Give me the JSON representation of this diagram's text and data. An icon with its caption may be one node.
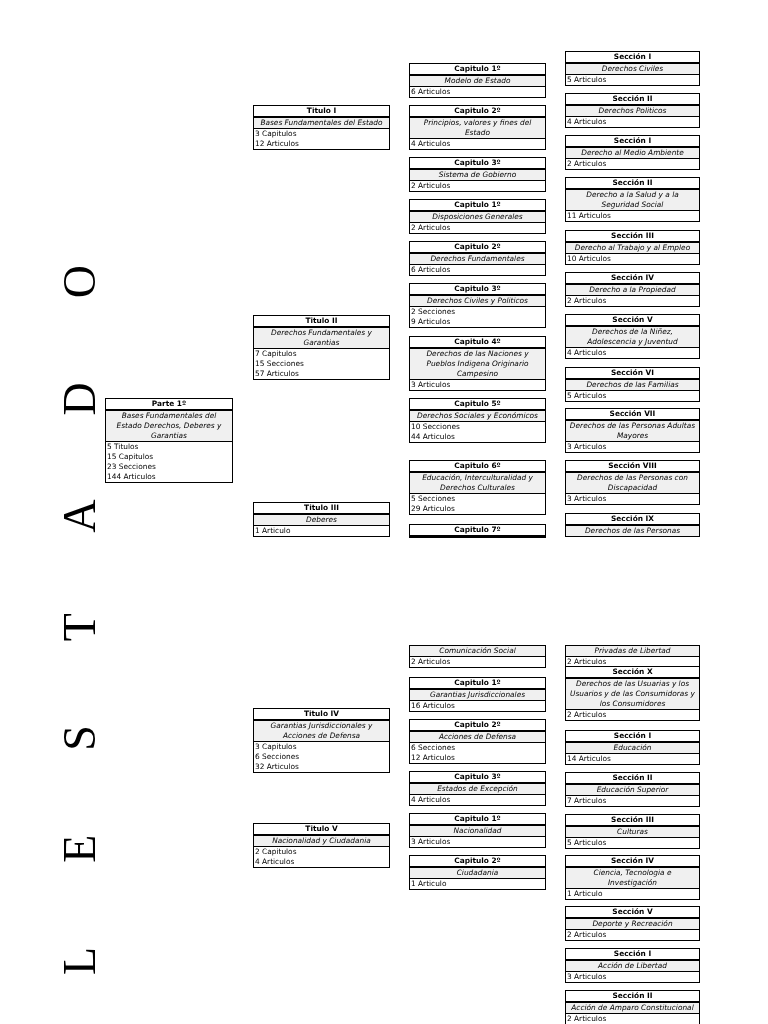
{
  "diagram": {
    "nodes": [
      {
        "text": [
          "Parte 1º",
          "Bases Fundamentales del Estado Derechos, Deberes y Garantias",
          "5 Titulos",
          "15 Capitulos",
          "23 Secciones",
          "144 Articulos"
        ]
      },
      {
        "text": [
          "Titulo I",
          "Bases Fundamentales del Estado",
          "3 Capitulos",
          "12 Articulos"
        ]
      },
      {
        "text": [
          "Titulo II",
          "Derechos Fundamentales y Garantias",
          "7 Capitulos",
          "15 Secciones",
          "57 Articulos"
        ]
      },
      {
        "text": [
          "Titulo III",
          "Deberes",
          "1 Articulo"
        ]
      },
      {
        "text": [
          "Titulo IV",
          "Garantias Jurisdiccionales y Acciones de Defensa",
          "3 Capitulos",
          "6 Secciones",
          "32 Articulos"
        ]
      },
      {
        "text": [
          "Titulo V",
          "Nacionalidad y Ciudadania",
          "2 Capitulos",
          "4 Articulos"
        ]
      },
      {
        "text": [
          "Capitulo 1º",
          "Modelo de Estado",
          "6 Articulos"
        ]
      },
      {
        "text": [
          "Capitulo 2º",
          "Principios, valores y fines del Estado",
          "4 Articulos"
        ]
      },
      {
        "text": [
          "Capitulo 3º",
          "Sistema de Gobierno",
          "2 Articulos"
        ]
      },
      {
        "text": [
          "Capitulo 1º",
          "Disposiciones Generales",
          "2 Articulos"
        ]
      },
      {
        "text": [
          "Capitulo 2º",
          "Derechos Fundamentales",
          "6 Articulos"
        ]
      },
      {
        "text": [
          "Capitulo 3º",
          "Derechos Civiles y Politicos",
          "2 Secciones",
          "9 Articulos"
        ]
      },
      {
        "text": [
          "Capitulo 4º",
          "Derechos de las Naciones y Pueblos Indigena Originario Campesino",
          "3 Articulos"
        ]
      },
      {
        "text": [
          "Capitulo 5º",
          "Derechos Sociales y Económicos",
          "10 Secciones",
          "44 Articulos"
        ]
      },
      {
        "text": [
          "Capitulo 6º",
          "Educación, Interculturalidad y Derechos Culturales",
          "5 Secciones",
          "29 Articulos"
        ]
      },
      {
        "text": [
          "Capitulo 7º"
        ]
      },
      {
        "text": [
          "Comunicación Social",
          "2 Articulos"
        ]
      },
      {
        "text": [
          "Capitulo 1º",
          "Garantias Jurisdiccionales",
          "16 Articulos"
        ]
      },
      {
        "text": [
          "Capitulo 2º",
          "Acciones de Defensa",
          "6 Secciones",
          "12 Articulos"
        ]
      },
      {
        "text": [
          "Capitulo 3º",
          "Estados de Excepción",
          "4 Articulos"
        ]
      },
      {
        "text": [
          "Capitulo 1º",
          "Nacionalidad",
          "3 Articulos"
        ]
      },
      {
        "text": [
          "Capitulo 2º",
          "Ciudadania",
          "1 Articulo"
        ]
      },
      {
        "text": [
          "Sección I",
          "Derechos Civiles",
          "5 Articulos"
        ]
      },
      {
        "text": [
          "Sección II",
          "Derechos Politicos",
          "4 Articulos"
        ]
      },
      {
        "text": [
          "Sección I",
          "Derecho al Medio Ambiente",
          "2 Articulos"
        ]
      },
      {
        "text": [
          "Sección II",
          "Derecho a la Salud y a la Seguridad Social",
          "11 Articulos"
        ]
      },
      {
        "text": [
          "Sección III",
          "Derecho al Trabajo y al Empleo",
          "10 Articulos"
        ]
      },
      {
        "text": [
          "Sección IV",
          "Derecho a la Propiedad",
          "2 Articulos"
        ]
      },
      {
        "text": [
          "Sección V",
          "Derechos de la Niñez, Adolescencia y Juventud",
          "4 Articulos"
        ]
      },
      {
        "text": [
          "Sección VI",
          "Derechos de las Familias",
          "5 Articulos"
        ]
      },
      {
        "text": [
          "Sección VII",
          "Derechos de las Personas Adultas Mayores",
          "3 Articulos"
        ]
      },
      {
        "text": [
          "Sección VIII",
          "Derechos de las Personas con Discapacidad",
          "3 Articulos"
        ]
      },
      {
        "text": [
          "Sección IX",
          "Derechos de las Personas"
        ]
      },
      {
        "text": [
          "Privadas de Libertad",
          "2 Articulos"
        ]
      },
      {
        "text": [
          "Sección X",
          "Derechos de las Usuarias y los Usuarios y de las Consumidoras y los Consumidores",
          "2 Articulos"
        ]
      },
      {
        "text": [
          "Sección I",
          "Educación",
          "14 Articulos"
        ]
      },
      {
        "text": [
          "Sección II",
          "Educación Superior",
          "7 Articulos"
        ]
      },
      {
        "text": [
          "Sección III",
          "Culturas",
          "5 Articulos"
        ]
      },
      {
        "text": [
          "Sección IV",
          "Ciencia, Tecnologia e Investigación",
          "1 Articulo"
        ]
      },
      {
        "text": [
          "Sección V",
          "Deporte y Recreación",
          "2 Articulos"
        ]
      },
      {
        "text": [
          "Sección I",
          "Acción de Libertad",
          "3 Articulos"
        ]
      },
      {
        "text": [
          "Sección II",
          "Acción de Amparo Constitucional",
          "2 Articulos"
        ]
      }
    ],
    "labels": [
      "LESTADO"
    ]
  }
}
